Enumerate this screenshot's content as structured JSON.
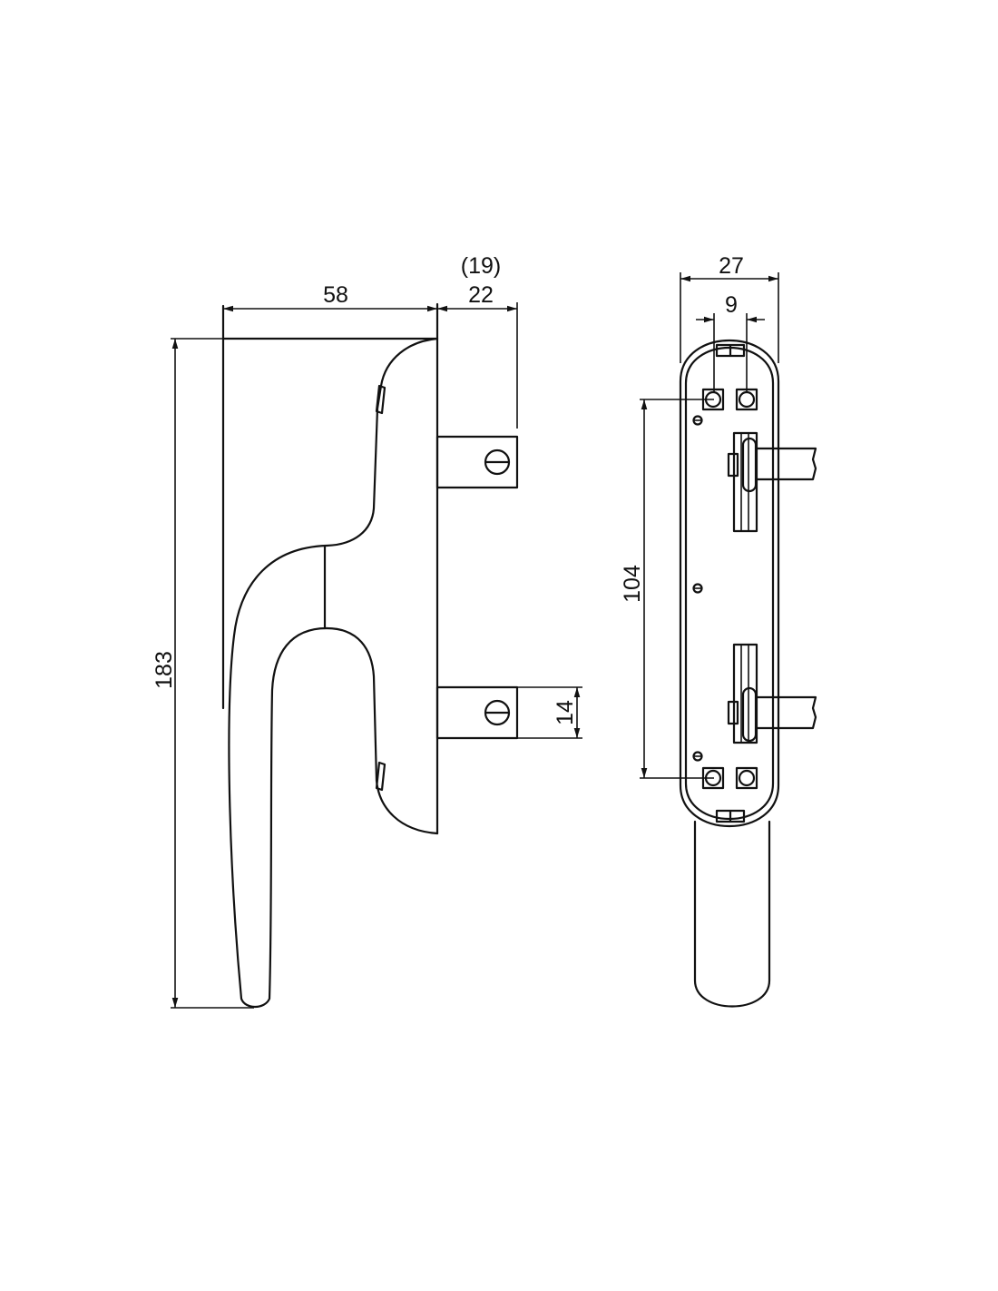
{
  "title": "Window handle technical drawing",
  "dimensions": {
    "depth": "58",
    "spindle_length": "22",
    "spindle_length_alt": "(19)",
    "height": "183",
    "spindle_square": "14",
    "width": "27",
    "hole_offset": "9",
    "hole_spacing": "104"
  },
  "colors": {
    "line": "#111111",
    "background": "#ffffff"
  }
}
